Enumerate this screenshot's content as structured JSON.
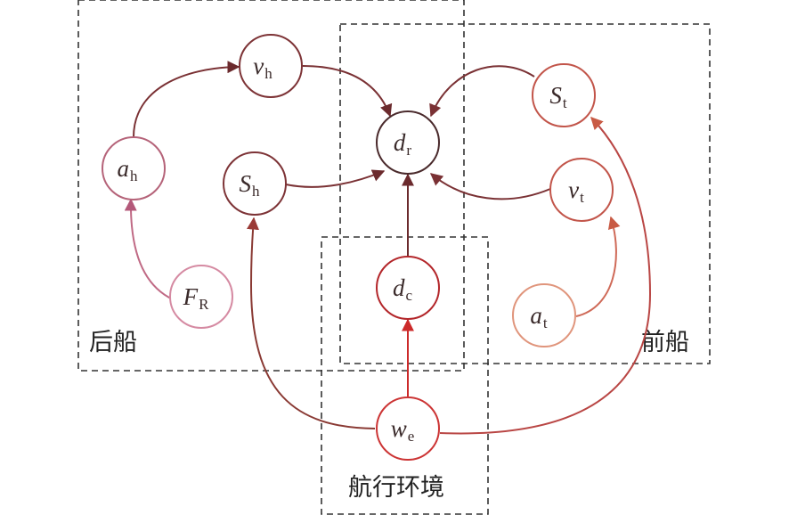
{
  "regions": {
    "rear": {
      "label": "后船"
    },
    "front": {
      "label": "前船"
    },
    "env": {
      "label": "航行环境"
    }
  },
  "nodes": {
    "vh": {
      "sym": "v",
      "sub": "h"
    },
    "ah": {
      "sym": "a",
      "sub": "h"
    },
    "Sh": {
      "sym": "S",
      "sub": "h"
    },
    "FR": {
      "sym": "F",
      "sub": "R"
    },
    "dr": {
      "sym": "d",
      "sub": "r"
    },
    "dc": {
      "sym": "d",
      "sub": "c"
    },
    "St": {
      "sym": "S",
      "sub": "t"
    },
    "vt": {
      "sym": "v",
      "sub": "t"
    },
    "at": {
      "sym": "a",
      "sub": "t"
    },
    "we": {
      "sym": "w",
      "sub": "e"
    }
  },
  "colors": {
    "rear_edge": "#7a3134",
    "front_edge": "#8a3a34",
    "env_edge": "#b94644",
    "FR_edge": "#c06a85",
    "at_edge": "#cf6a58",
    "dc_arrow": "#cc2a2a",
    "box": "#333333"
  }
}
